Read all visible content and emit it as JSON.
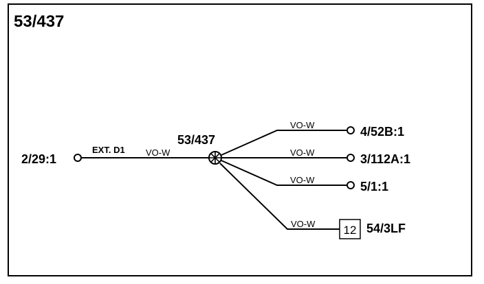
{
  "diagram": {
    "title": "53/437",
    "splice": {
      "label": "53/437"
    },
    "source": {
      "label": "2/29:1",
      "wire_tag": "EXT. D1",
      "wire_color": "VO-W"
    },
    "branches": [
      {
        "wire_color": "VO-W",
        "terminal_label": "4/52B:1"
      },
      {
        "wire_color": "VO-W",
        "terminal_label": "3/112A:1"
      },
      {
        "wire_color": "VO-W",
        "terminal_label": "5/1:1"
      }
    ],
    "connector": {
      "wire_color": "VO-W",
      "pin": "12",
      "label": "54/3LF"
    }
  }
}
